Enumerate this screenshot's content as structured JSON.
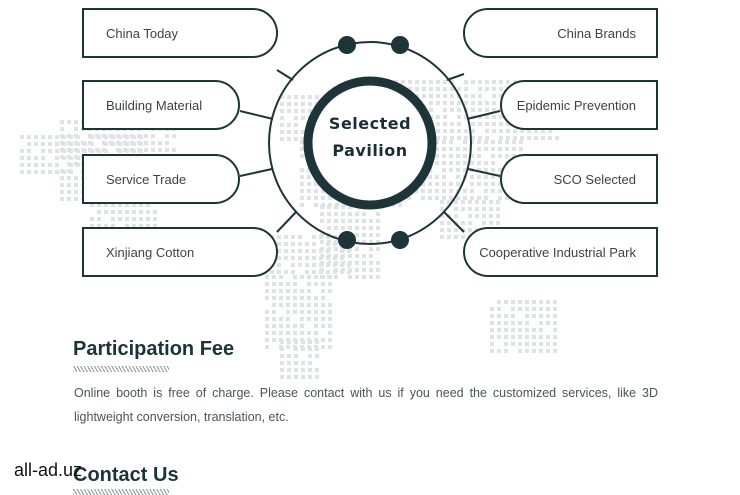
{
  "pavilion": {
    "center_label_line1": "Selected",
    "center_label_line2": "Pavilion",
    "left_items": [
      {
        "label": "China Today"
      },
      {
        "label": "Building Material"
      },
      {
        "label": "Service Trade"
      },
      {
        "label": "Xinjiang Cotton"
      }
    ],
    "right_items": [
      {
        "label": "China Brands"
      },
      {
        "label": "Epidemic Prevention"
      },
      {
        "label": "SCO Selected"
      },
      {
        "label": "Cooperative Industrial Park"
      }
    ]
  },
  "participation_fee": {
    "title": "Participation Fee",
    "body": "Online booth is free of charge. Please contact with us if you need the customized services, like 3D lightweight conversion, translation, etc."
  },
  "contact": {
    "title": "Contact Us"
  },
  "watermark": "all-ad.uz",
  "colors": {
    "outline": "#1d3438",
    "map_dots": "#dfe3e4",
    "heading": "#1a3438"
  }
}
